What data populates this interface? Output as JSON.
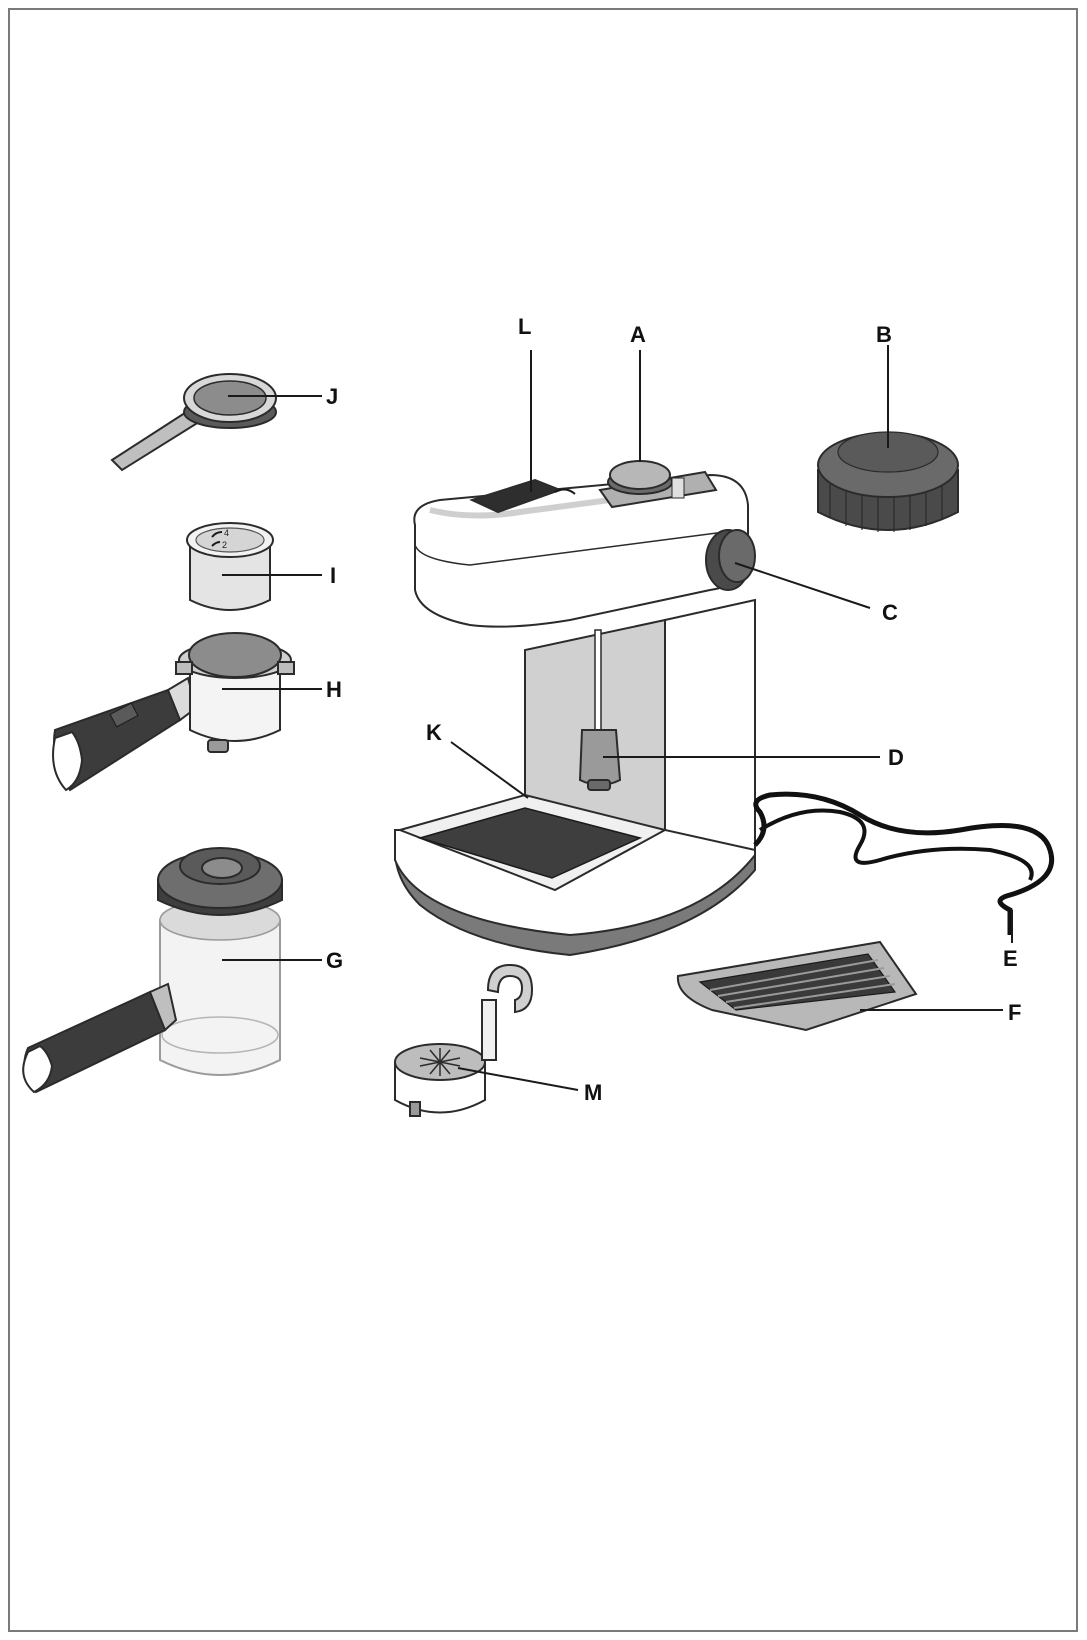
{
  "colors": {
    "dark": "#4a4a4a",
    "darker": "#2e2e2e",
    "mid": "#8c8c8c",
    "light": "#bfbfbf",
    "pale": "#e6e6e6",
    "outline": "#2b2b2b"
  },
  "labels": {
    "A": "A",
    "B": "B",
    "C": "C",
    "D": "D",
    "E": "E",
    "F": "F",
    "G": "G",
    "H": "H",
    "I": "I",
    "J": "J",
    "K": "K",
    "L": "L",
    "M": "M"
  },
  "cup_markings": {
    "mark_4": "4",
    "mark_2": "2"
  }
}
